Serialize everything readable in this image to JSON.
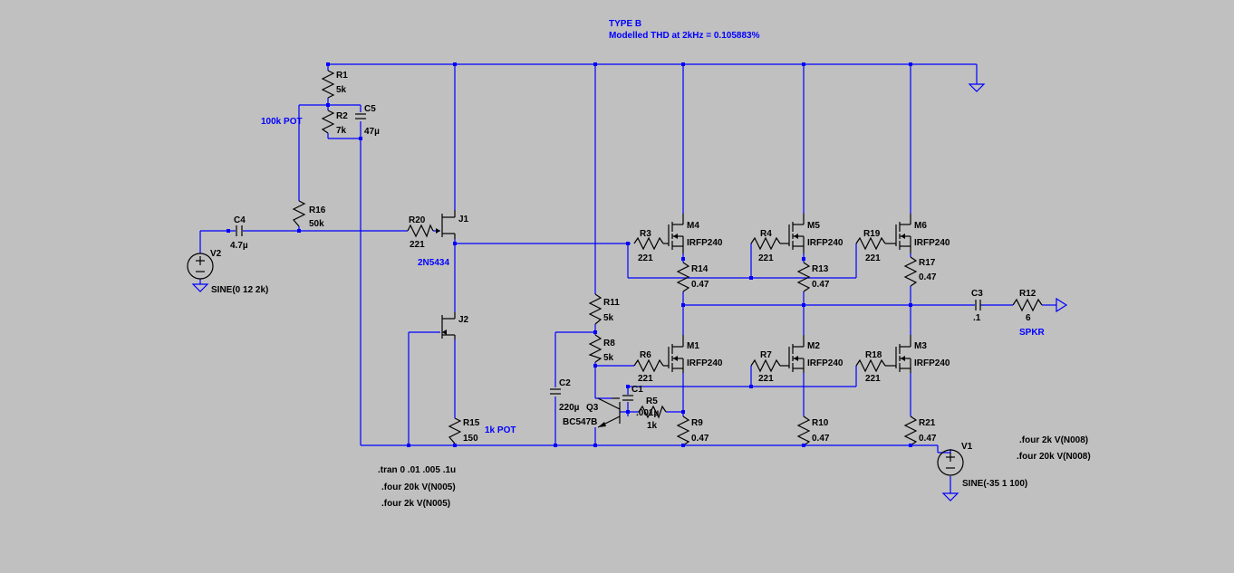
{
  "header": {
    "title": "TYPE B",
    "subtitle": "Modelled THD at 2kHz = 0.105883%"
  },
  "labels": {
    "pot100k": "100k POT",
    "pot1k": "1k POT",
    "j1_model": "2N5434",
    "spkr": "SPKR"
  },
  "components": {
    "R1": {
      "name": "R1",
      "value": "5k"
    },
    "R2": {
      "name": "R2",
      "value": "7k"
    },
    "C5": {
      "name": "C5",
      "value": "47µ"
    },
    "R16": {
      "name": "R16",
      "value": "50k"
    },
    "C4": {
      "name": "C4",
      "value": "4.7µ"
    },
    "V2": {
      "name": "V2",
      "value": "SINE(0 12 2k)"
    },
    "R20": {
      "name": "R20",
      "value": "221"
    },
    "J1": {
      "name": "J1"
    },
    "J2": {
      "name": "J2"
    },
    "R15": {
      "name": "R15",
      "value": "150"
    },
    "R11": {
      "name": "R11",
      "value": "5k"
    },
    "R8": {
      "name": "R8",
      "value": "5k"
    },
    "C2": {
      "name": "C2",
      "value": "220µ"
    },
    "Q3": {
      "name": "Q3",
      "value": "BC547B"
    },
    "C1": {
      "name": "C1",
      "value": ".001µ"
    },
    "R5": {
      "name": "R5",
      "value": "1k"
    },
    "R3": {
      "name": "R3",
      "value": "221"
    },
    "R4": {
      "name": "R4",
      "value": "221"
    },
    "R19": {
      "name": "R19",
      "value": "221"
    },
    "R6": {
      "name": "R6",
      "value": "221"
    },
    "R7": {
      "name": "R7",
      "value": "221"
    },
    "R18": {
      "name": "R18",
      "value": "221"
    },
    "M4": {
      "name": "M4",
      "value": "IRFP240"
    },
    "M5": {
      "name": "M5",
      "value": "IRFP240"
    },
    "M6": {
      "name": "M6",
      "value": "IRFP240"
    },
    "M1": {
      "name": "M1",
      "value": "IRFP240"
    },
    "M2": {
      "name": "M2",
      "value": "IRFP240"
    },
    "M3": {
      "name": "M3",
      "value": "IRFP240"
    },
    "R14": {
      "name": "R14",
      "value": "0.47"
    },
    "R13": {
      "name": "R13",
      "value": "0.47"
    },
    "R17": {
      "name": "R17",
      "value": "0.47"
    },
    "R9": {
      "name": "R9",
      "value": "0.47"
    },
    "R10": {
      "name": "R10",
      "value": "0.47"
    },
    "R21": {
      "name": "R21",
      "value": "0.47"
    },
    "C3": {
      "name": "C3",
      "value": ".1"
    },
    "R12": {
      "name": "R12",
      "value": "6"
    },
    "V1": {
      "name": "V1",
      "value": "SINE(-35 1 100)"
    }
  },
  "directives": {
    "tran": ".tran 0 .01 .005 .1u",
    "four_a": ".four 20k V(N005)",
    "four_b": ".four 2k V(N005)",
    "four_c": ".four 2k V(N008)",
    "four_d": ".four 20k V(N008)"
  }
}
